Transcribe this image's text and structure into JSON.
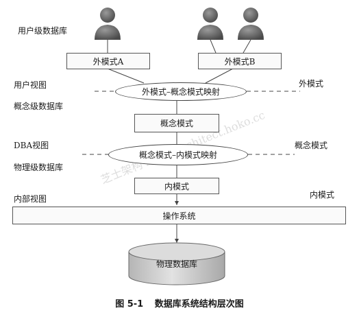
{
  "labels": {
    "user_db": "用户级数据库",
    "user_view": "用户视图",
    "external_right": "外模式",
    "concept_db": "概念级数据库",
    "dba_view": "DBA视图",
    "concept_right": "概念模式",
    "physical_db": "物理级数据库",
    "internal_right": "内模式",
    "internal_view": "内部视图"
  },
  "boxes": {
    "external_a": "外模式A",
    "external_b": "外模式B",
    "conceptual": "概念模式",
    "internal": "内模式",
    "os": "操作系统"
  },
  "mappings": {
    "external_conceptual": "外模式–概念模式映射",
    "conceptual_internal": "概念模式–内模式映射"
  },
  "database": "物理数据库",
  "watermark": "芝士架构 zhishiarchitect.hoko.cc",
  "caption": {
    "number": "图 5-1",
    "title": "数据库系统结构层次图"
  },
  "colors": {
    "person": "#555555",
    "line": "#444444",
    "cylinder": "#c9c9c9"
  }
}
